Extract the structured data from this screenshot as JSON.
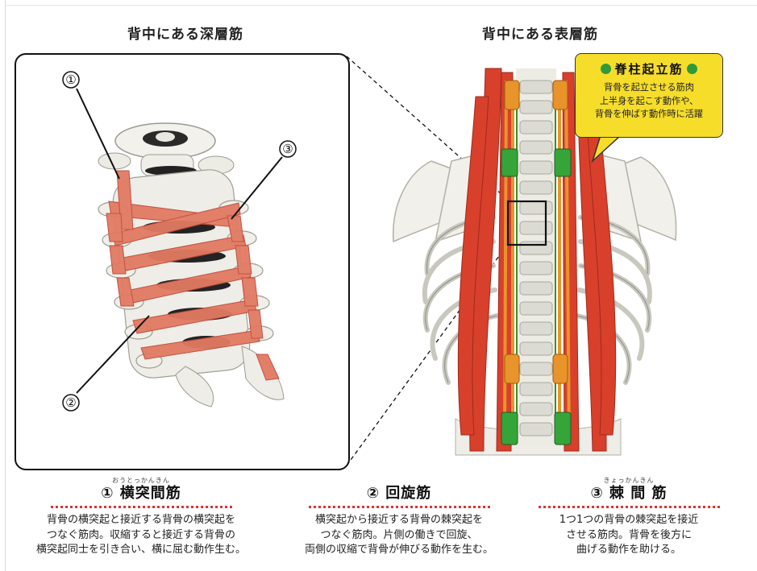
{
  "headings": {
    "deep": "背中にある深層筋",
    "surface": "背中にある表層筋"
  },
  "deep_figure": {
    "markers": [
      "①",
      "③",
      "②"
    ]
  },
  "callout": {
    "title": "脊柱起立筋",
    "lines": [
      "背骨を起立させる筋肉",
      "上半身を起こす動作や、",
      "背骨を伸ばす動作時に活躍"
    ]
  },
  "muscles": [
    {
      "furigana": "おうとっかんきん",
      "title": "① 横突間筋",
      "desc": [
        "背骨の横突起と接近する背骨の横突起を",
        "つなぐ筋肉。収縮すると接近する背骨の",
        "横突起同士を引き合い、横に屈む動作生む。"
      ]
    },
    {
      "furigana": "",
      "title": "② 回旋筋",
      "desc": [
        "横突起から接近する背骨の棘突起を",
        "つなぐ筋肉。片側の働きで回旋、",
        "両側の収縮で背骨が伸びる動作を生む。"
      ]
    },
    {
      "furigana": "きょっかんきん",
      "title": "③ 棘 間 筋",
      "desc": [
        "1つ1つの背骨の棘突起を接近",
        "させる筋肉。背骨を後方に",
        "曲げる動作を助ける。"
      ]
    }
  ],
  "colors": {
    "muscle_red": "#d8402c",
    "tendon_orange": "#e8942a",
    "accent_green": "#2f9a3a",
    "callout_yellow": "#f6dd2a",
    "dotted_rule": "#dd3333"
  }
}
